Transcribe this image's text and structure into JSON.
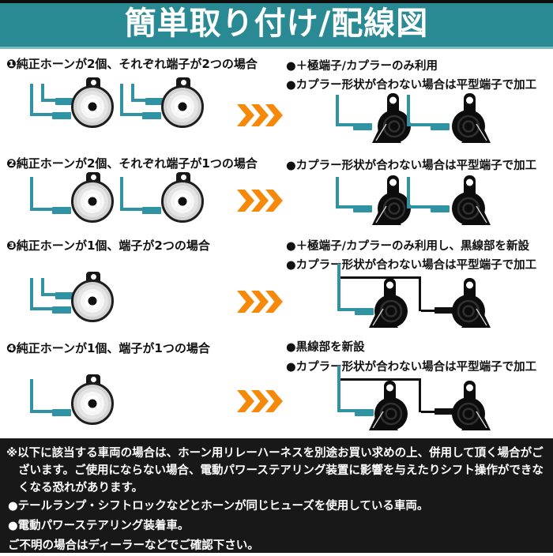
{
  "header": {
    "title": "簡単取り付け/配線図"
  },
  "sections": [
    {
      "heading": "❶純正ホーンが2個、それぞれ端子が2つの場合",
      "right_lines": [
        "●＋極端子/カプラーのみ利用",
        "●カプラー形状が合わない場合は平型端子で加工"
      ]
    },
    {
      "heading": "❷純正ホーンが2個、それぞれ端子が1つの場合",
      "right_lines": [
        "●カプラー形状が合わない場合は平型端子で加工"
      ]
    },
    {
      "heading": "❸純正ホーンが1個、端子が2つの場合",
      "right_lines": [
        "●＋極端子/カプラーのみ利用し、黒線部を新設",
        "●カプラー形状が合わない場合は平型端子で加工"
      ]
    },
    {
      "heading": "❹純正ホーンが1個、端子が1つの場合",
      "right_lines": [
        "●黒線部を新設",
        "●カプラー形状が合わない場合は平型端子で加工"
      ]
    }
  ],
  "footer": {
    "note": "※以下に該当する車両の場合は、ホーン用リレーハーネスを別途お買い求めの上、併用して頂く場合がございます。ご使用にならない場合、電動パワーステアリング装置に影響を与えたりシフト操作ができなくなる恐れがあります。",
    "bullets": [
      "●テールランプ・シフトロックなどとホーンが同じヒューズを使用している車両。",
      "●電動パワーステアリング装着車。"
    ],
    "closing": "ご不明の場合はディーラーなどでご確認下さい。"
  },
  "colors": {
    "header_bg": "#2a8a93",
    "wire": "#2f93a3",
    "arrow": "#f6890a",
    "footer_bg": "#181818"
  }
}
